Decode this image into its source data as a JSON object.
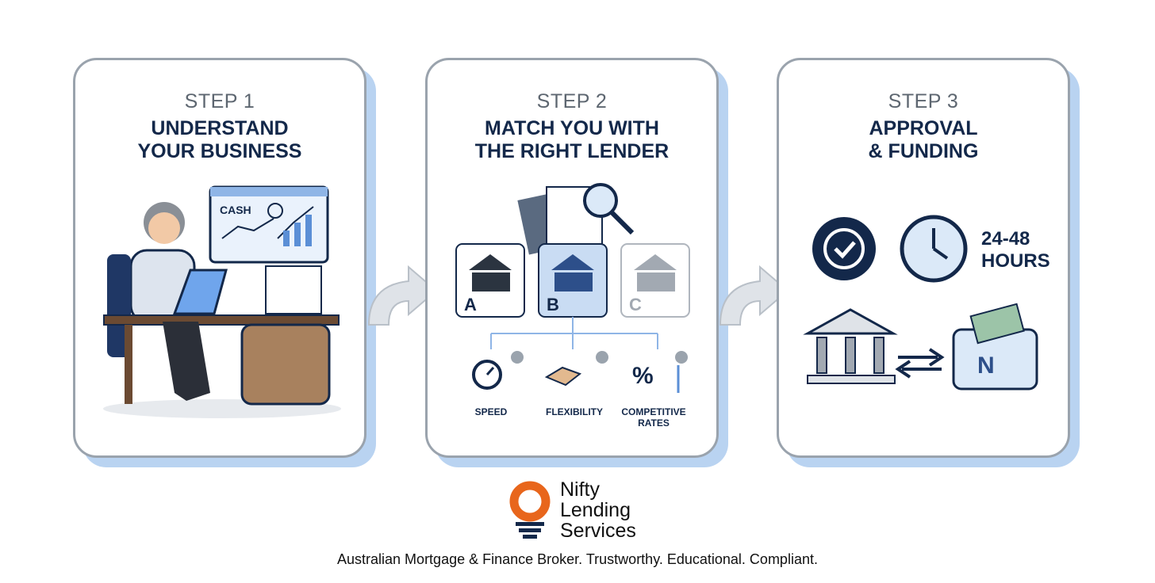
{
  "steps": [
    {
      "step": "STEP 1",
      "title_line1": "UNDERSTAND",
      "title_line2": "YOUR BUSINESS",
      "chart_label": "CASH"
    },
    {
      "step": "STEP 2",
      "title_line1": "MATCH YOU WITH",
      "title_line2": "THE RIGHT LENDER",
      "lenders": [
        "A",
        "B",
        "C"
      ],
      "features": [
        "SPEED",
        "FLEXIBILITY",
        "COMPETITIVE RATES"
      ]
    },
    {
      "step": "STEP 3",
      "title_line1": "APPROVAL",
      "title_line2": "& FUNDING",
      "time_line1": "24-48",
      "time_line2": "HOURS"
    }
  ],
  "brand": {
    "line1": "Nifty",
    "line2": "Lending",
    "line3": "Services",
    "tagline": "Australian Mortgage & Finance Broker. Trustworthy. Educational. Compliant."
  },
  "colors": {
    "navy": "#13284a",
    "accent_blue": "#b9d3f1",
    "logo_orange": "#e8661c",
    "card_border": "#9aa3ad"
  }
}
